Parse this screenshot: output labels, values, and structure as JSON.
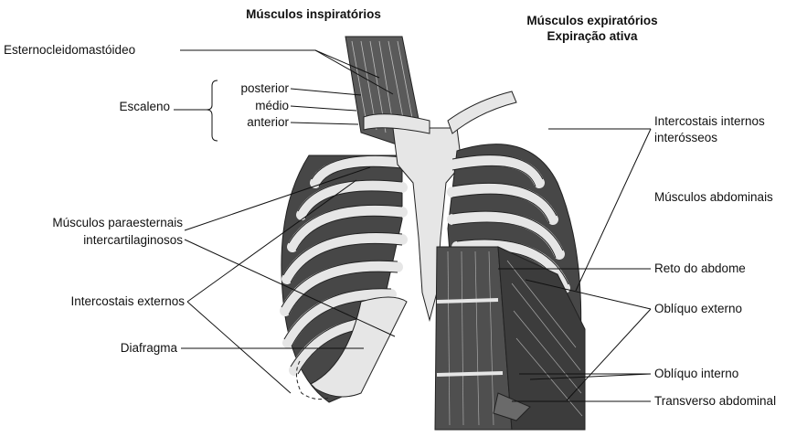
{
  "headers": {
    "left": "Músculos inspiratórios",
    "right_line1": "Músculos expiratórios",
    "right_line2": "Expiração ativa"
  },
  "left_labels": {
    "esterno": "Esternocleidomastóideo",
    "escaleno": "Escaleno",
    "posterior": "posterior",
    "medio": "médio",
    "anterior": "anterior",
    "paraesternais_1": "Músculos paraesternais",
    "paraesternais_2": "intercartilaginosos",
    "intercostais_ext": "Intercostais externos",
    "diafragma": "Diafragma"
  },
  "right_labels": {
    "intercostais_int_1": "Intercostais internos",
    "intercostais_int_2": "interósseos",
    "abdominais": "Músculos abdominais",
    "reto": "Reto do abdome",
    "obliquo_ext": "Oblíquo externo",
    "obliquo_int": "Oblíquo interno",
    "transverso": "Transverso abdominal"
  },
  "colors": {
    "muscle": "#4a4a4a",
    "bone": "#e6e6e6",
    "outline": "#222222",
    "leader": "#111111"
  }
}
